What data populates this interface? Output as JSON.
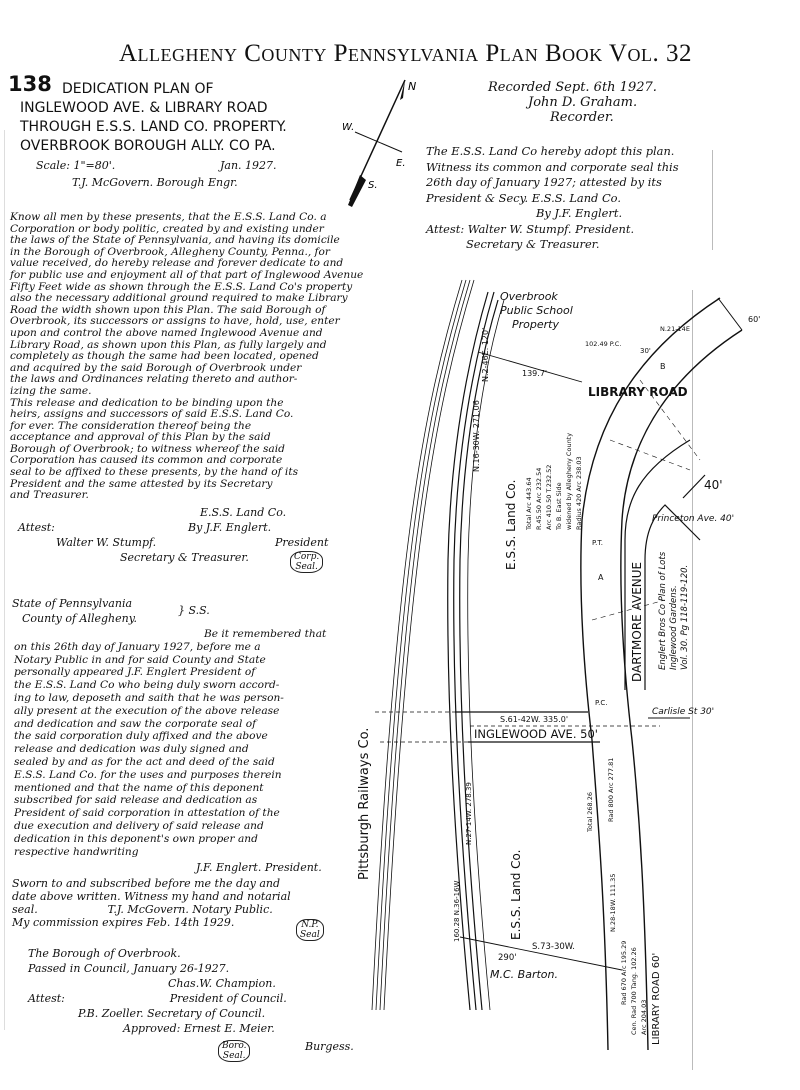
{
  "header": {
    "title": "Allegheny County Pennsylvania Plan Book Vol. 32"
  },
  "plan": {
    "number": "138",
    "title_lines": [
      "DEDICATION PLAN OF",
      "INGLEWOOD AVE. & LIBRARY ROAD",
      "THROUGH E.S.S. LAND CO. PROPERTY.",
      "OVERBROOK BOROUGH ALLY. CO PA."
    ],
    "scale": "Scale: 1\"=80'.",
    "date": "Jan. 1927.",
    "engineer": "T.J. McGovern. Borough Engr."
  },
  "compass": {
    "n": "N",
    "w": "W.",
    "e": "E.",
    "s": "S."
  },
  "recorded": {
    "lines": [
      "Recorded Sept. 6th 1927.",
      "John D. Graham.",
      "Recorder."
    ]
  },
  "adoption": {
    "lines": [
      "The E.S.S. Land Co hereby adopt this plan.",
      "Witness its common and corporate seal this",
      "26th day of January 1927; attested by its",
      "President & Secy.    E.S.S. Land Co.",
      "By J.F. Englert.",
      "Attest: Walter W. Stumpf.        President.",
      "Secretary & Treasurer."
    ]
  },
  "dedication": {
    "lines": [
      "Know all men by these presents, that the E.S.S. Land Co. a",
      "Corporation or body politic, created by and existing under",
      "the laws of the State of Pennsylvania, and having its domicile",
      "in the Borough of Overbrook, Allegheny County, Penna., for",
      "value received, do hereby release and forever dedicate to and",
      "for public use and enjoyment all of that part of Inglewood Avenue",
      "  Fifty Feet wide as shown through the E.S.S. Land Co's property",
      "also the necessary additional ground required to make Library",
      "Road the width shown upon this Plan. The said Borough of",
      "Overbrook, its successors or assigns to have, hold, use, enter",
      "upon and control the above named Inglewood Avenue and",
      "Library Road, as shown upon this Plan, as fully largely and",
      "completely as though the same had been located, opened",
      "and acquired by the said Borough of Overbrook under",
      "the laws and Ordinances relating thereto and author-",
      "izing the same.",
      "This release and dedication to be binding upon the",
      "heirs, assigns and successors of said E.S.S. Land Co.",
      "for ever.  The consideration thereof being the",
      "acceptance and approval of this Plan by the said",
      "Borough of Overbrook; to witness whereof the said",
      "Corporation has caused its common and corporate",
      "seal to be affixed to these presents, by the hand of its",
      "President and the same attested by its Secretary",
      "and Treasurer."
    ],
    "company": "E.S.S. Land Co.",
    "by": "By J.F. Englert.",
    "attest": "Attest:",
    "secretary": "Walter W. Stumpf.",
    "president": "President",
    "sec_title": "Secretary & Treasurer.",
    "seal": [
      "Corp.",
      "Seal."
    ]
  },
  "notary": {
    "state": "State of Pennsylvania",
    "county": "County of Allegheny.",
    "ss": "} S.S.",
    "lines": [
      "Be it remembered that",
      "on this 26th day of January 1927, before me a",
      "Notary Public in and for said County and State",
      "personally appeared J.F. Englert President of",
      "the E.S.S. Land Co who being duly sworn accord-",
      "ing to law, deposeth and saith that he was person-",
      "ally present at the execution of the above release",
      "and dedication and saw the corporate seal of",
      "the said corporation duly affixed and the above",
      "release and dedication was duly signed and",
      "sealed by and as for the act and deed of the said",
      "E.S.S. Land Co. for the uses and purposes therein",
      "mentioned and that the name of this deponent",
      "subscribed for said release and dedication as",
      "President of said corporation in attestation of the",
      "due execution and delivery of said release and",
      "dedication in this deponent's own proper and",
      "respective handwriting"
    ],
    "signature": "J.F. Englert. President.",
    "sworn_lines": [
      "Sworn to and subscribed before me the day and",
      "date above written. Witness my hand and notarial",
      "seal.                    T.J. McGovern. Notary Public.",
      "My commission expires Feb. 14th 1929."
    ],
    "seal": [
      "N.P.",
      "Seal"
    ]
  },
  "council": {
    "lines": [
      "The Borough of Overbrook.",
      "Passed in Council, January 26-1927.",
      "Chas.W. Champion.",
      "Attest:                              President of Council.",
      "P.B. Zoeller. Secretary of Council.",
      "Approved: Ernest E. Meier."
    ],
    "burgess": "Burgess.",
    "seal": [
      "Boro.",
      "Seal."
    ]
  },
  "map": {
    "railway": "Pittsburgh Railways Co.",
    "ess_upper": "E.S.S. Land Co.",
    "ess_lower": "E.S.S. Land Co.",
    "school": [
      "Overbrook",
      "Public School",
      "Property"
    ],
    "library_road_upper": "LIBRARY ROAD",
    "library_road_lower": "LIBRARY ROAD 60'",
    "dartmore": "DARTMORE AVENUE",
    "inglewood": "INGLEWOOD AVE. 50'",
    "inglewood_bearing": "S.61-42W. 335.0'",
    "carlisle": "Carlisle St 30'",
    "princeton": "Princeton Ave. 40'",
    "englert_plan": [
      "Englert Bros Co Plan of Lots",
      "Inglewood Gardens.",
      "Vol. 30. Pg 118-119-120."
    ],
    "barton": "M.C. Barton.",
    "bearing_south": "S.73-30W.",
    "dist_south": "290'",
    "bearing_north": "N.2-46E. 120'",
    "dist_n2": "N.16-30W. 271.06",
    "school_dist": "139.7'",
    "road_width": "40'",
    "width_30": "30'",
    "width_60": "60'",
    "bearing_b": "N.21-14E",
    "point_a": "A",
    "point_b": "B",
    "pc": "P.C.",
    "pt": "P.T.",
    "curve_upper": [
      "102.49 P.C.",
      "Total Arc 443.64",
      "R.45.50 Arc 232.54",
      "Arc 410.50  T.232.52",
      "To B. East Side",
      "widened by Allegheny County",
      "Radius 420 Arc 238.03"
    ],
    "curve_lower": [
      "N.28-18W. 111.35",
      "Total 268.26",
      "Rad 800 Arc 277.81",
      "Cen. Rad 700 Tang. 102.26",
      "Arc 204.03",
      "Rad 670 Arc 195.29"
    ],
    "west_bearings": [
      "160.28 N.36-16W",
      "N.27-14W. 278.39"
    ]
  }
}
